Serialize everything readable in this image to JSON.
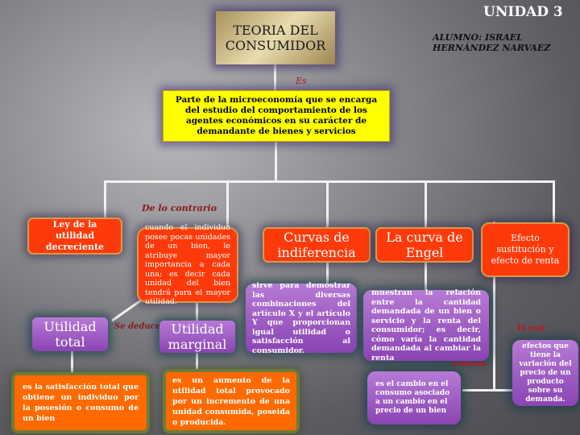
{
  "header": {
    "unit": "UNIDAD 3",
    "student": "ALUMNO:  ISRAEL HERNÁNDEZ NARVAEZ"
  },
  "root": {
    "title": "TEORIA DEL CONSUMIDOR"
  },
  "links": {
    "es": "Es",
    "de_lo_contrario": "De lo contrario",
    "se_deduce": "Se deduce",
    "el_cual": "El cual",
    "sustitucion": "sustitución"
  },
  "definition": "Parte de la microeconomía que se  encarga del estudio del comportamiento de los agentes económicos en su carácter de demandante de bienes y servicios",
  "branches": {
    "ley": "Ley de la utilidad decreciente",
    "ley_desc": "cuando el individuo posee pocas unidades de un bien, le atribuye mayor importancia a cada una; es decir cada unidad del bien tendrá para el mayor utilidad.",
    "curvas": "Curvas de indiferencia",
    "curvas_desc": "sirve para demostrar las diversas combinaciones del artículo X y el artículo Y que proporcionan igual utilidad o satisfacción al consumidor.",
    "engel": "La curva de Engel",
    "engel_desc": "muestran la relación entre la cantidad demandada de un bien o servicio y la renta del consumidor; es decir, cómo varía la cantidad demandada al cambiar la renta",
    "efecto": "Efecto sustitución y efecto de renta",
    "efecto_desc": "efectos que tiene la variación del precio de un producto sobre su demanda.",
    "sust_desc": "es el cambio en el consumo asociado a un cambio en el precio de un bien",
    "ut_total": "Utilidad total",
    "ut_total_desc": "es la satisfacción total que obtiene un individuo por la posesión o consumo de un bien",
    "ut_marginal": "Utilidad marginal",
    "ut_marginal_desc": " es un aumento de la utilidad total provocado por un incremento de una unidad consumida, poseida o producida."
  },
  "colors": {
    "orange_red": "#ff3a0a",
    "purple": "#9a55c2",
    "orange": "#ff6a00",
    "yellow": "#ffff00",
    "gold": "#c8b27a"
  }
}
